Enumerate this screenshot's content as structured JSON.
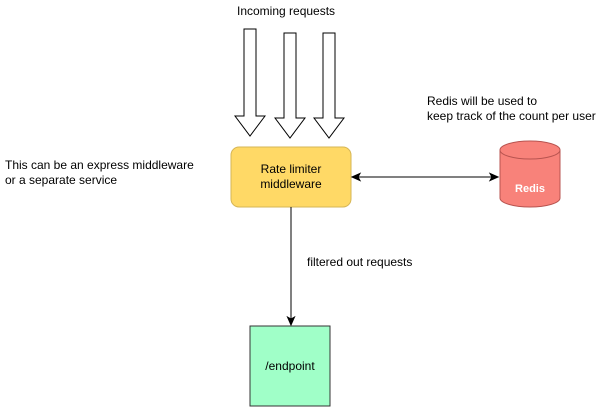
{
  "labels": {
    "incoming": "Incoming requests",
    "side_note_line1": "This can be an express middleware",
    "side_note_line2": "or a separate service",
    "redis_note_line1": "Redis will be used to",
    "redis_note_line2": "keep track of the count per user",
    "filtered": "filtered out requests"
  },
  "nodes": {
    "rate_limiter_line1": "Rate limiter",
    "rate_limiter_line2": "middleware",
    "redis": "Redis",
    "endpoint": "/endpoint"
  },
  "colors": {
    "rate_limiter_fill": "#FFD966",
    "rate_limiter_stroke": "#D6B656",
    "redis_fill": "#F8827A",
    "redis_stroke": "#B85450",
    "endpoint_fill": "#A0FFC8",
    "endpoint_stroke": "#333333"
  }
}
